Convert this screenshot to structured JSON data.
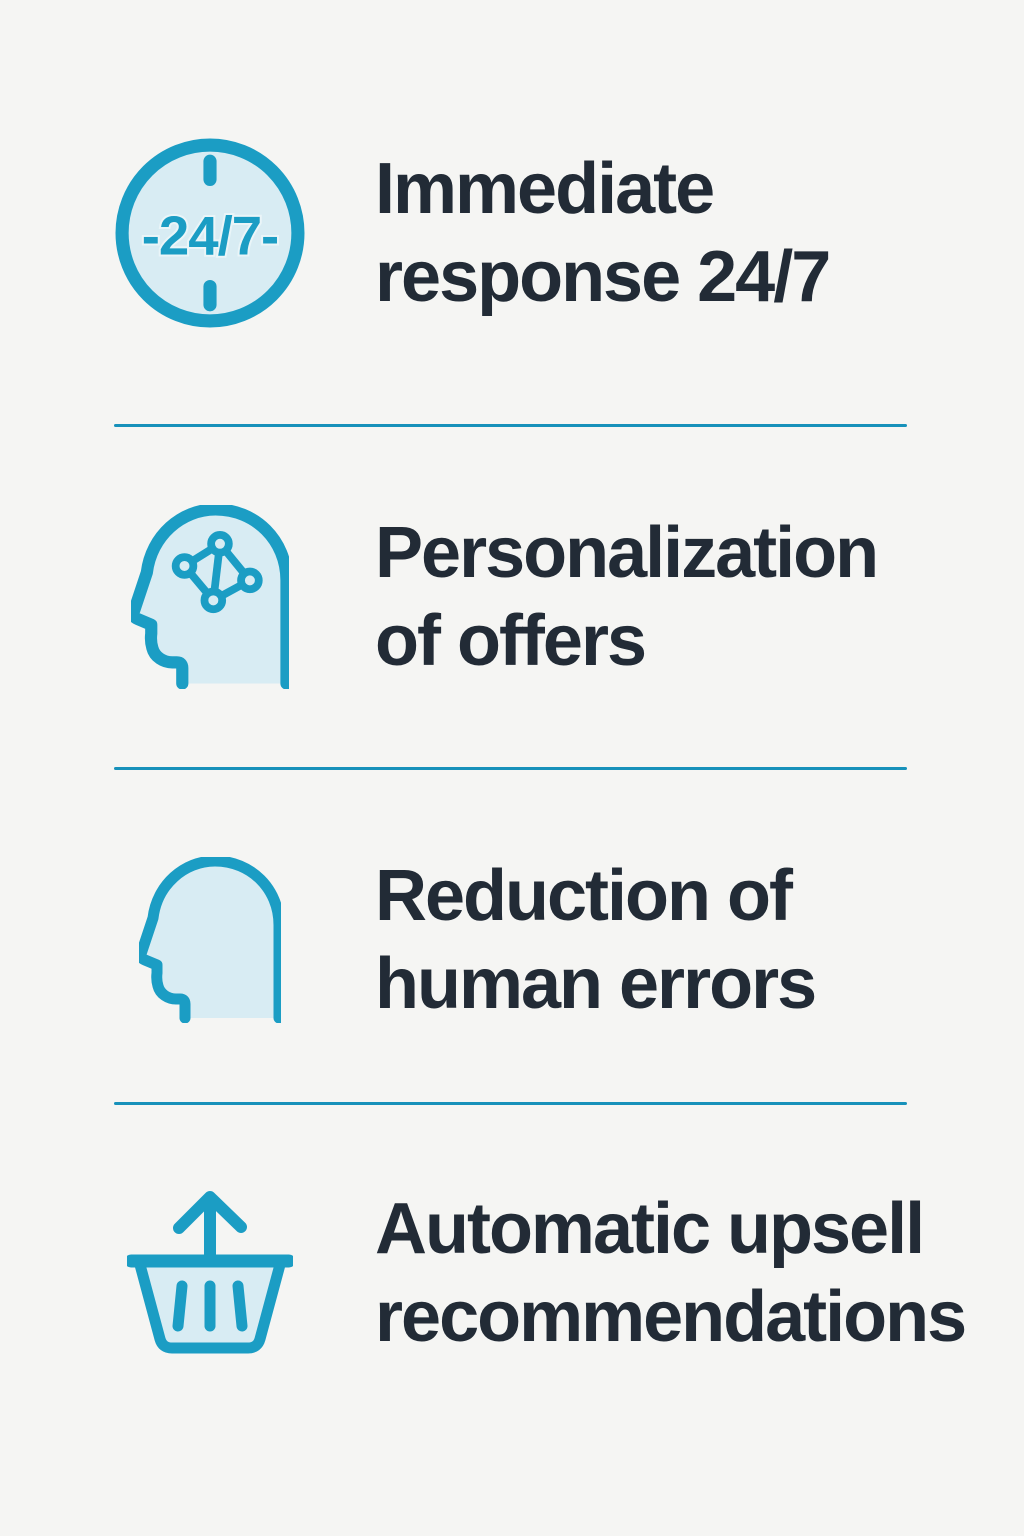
{
  "colors": {
    "background": "#f5f5f3",
    "accent": "#1b9dc4",
    "icon_fill": "#d8ecf3",
    "divider": "#1791ba",
    "text": "#222b36"
  },
  "items": [
    {
      "icon": "clock-24-7-icon",
      "clock_label": "-24/7-",
      "lines": [
        "Immediate",
        "response 24/7"
      ]
    },
    {
      "icon": "head-network-icon",
      "lines": [
        "Personalization",
        "of offers"
      ]
    },
    {
      "icon": "head-profile-icon",
      "lines": [
        "Reduction of",
        "human errors"
      ]
    },
    {
      "icon": "basket-upsell-icon",
      "lines": [
        "Automatic upsell",
        "recommendations"
      ]
    }
  ]
}
